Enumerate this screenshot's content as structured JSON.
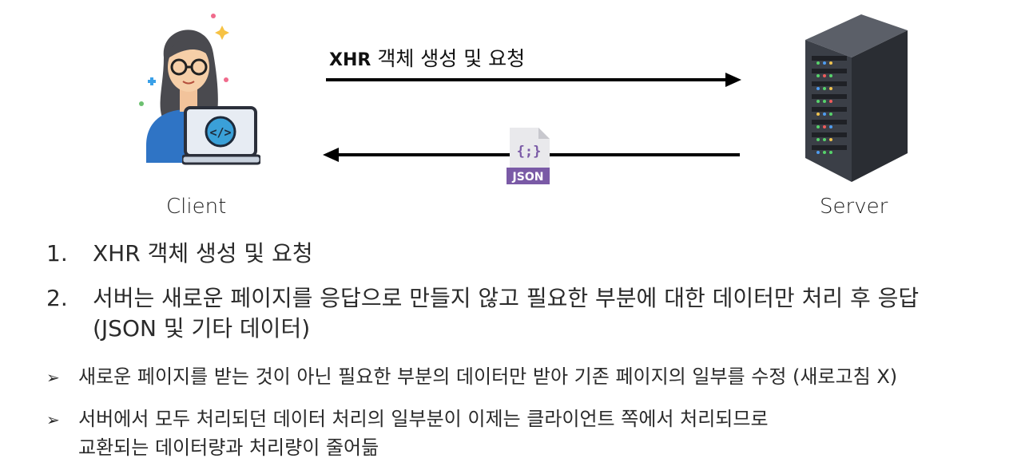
{
  "diagram": {
    "request_label_prefix": "XHR",
    "request_label_text": "객체 생성 및 요청",
    "client_label": "Client",
    "server_label": "Server",
    "json_badge": "JSON",
    "json_icon_glyph": "{;}",
    "icons": [
      "developer-client-icon",
      "laptop-code-icon",
      "server-rack-icon",
      "json-file-icon"
    ]
  },
  "steps": [
    {
      "number": "1.",
      "text": "XHR 객체 생성 및 요청"
    },
    {
      "number": "2.",
      "text": "서버는 새로운 페이지를 응답으로 만들지 않고 필요한 부분에 대한 데이터만 처리 후 응답",
      "continuation": "(JSON 및 기타 데이터)"
    }
  ],
  "bullets": [
    {
      "marker": "➢",
      "text": "새로운 페이지를 받는 것이 아닌 필요한 부분의 데이터만 받아 기존 페이지의 일부를 수정 (새로고침 X)"
    },
    {
      "marker": "➢",
      "text": "서버에서 모두 처리되던 데이터 처리의 일부분이 이제는 클라이언트 쪽에서 처리되므로",
      "continuation": "교환되는 데이터량과 처리량이 줄어듦"
    }
  ]
}
